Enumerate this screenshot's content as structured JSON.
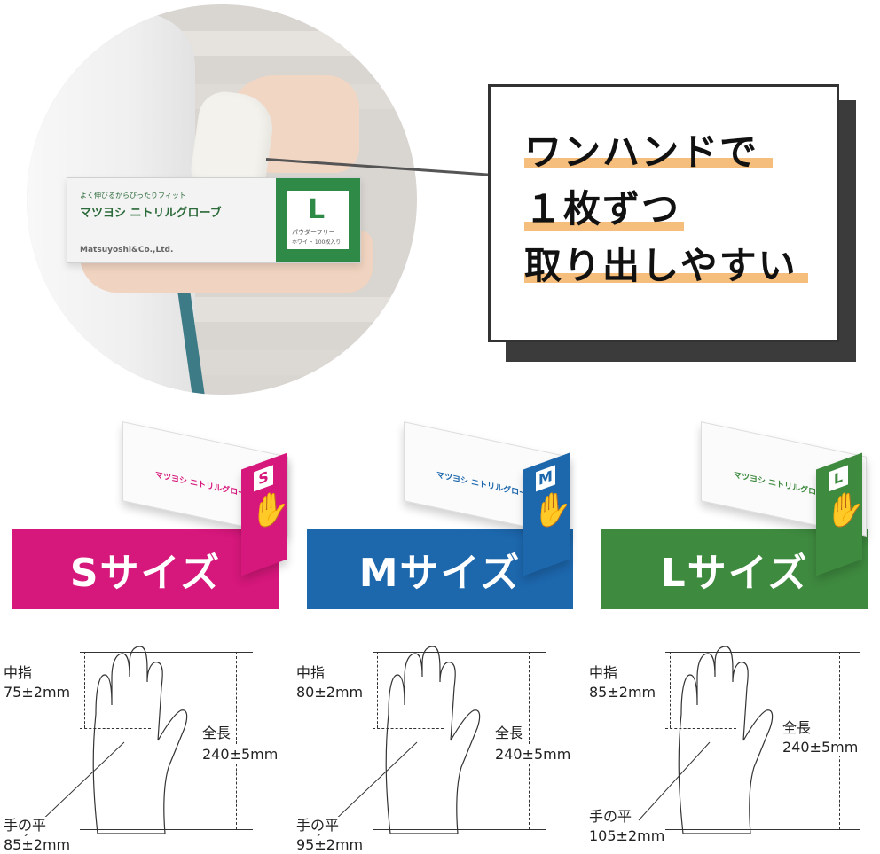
{
  "callout": {
    "line1": "ワンハンドで",
    "line2": "１枚ずつ",
    "line3": "取り出しやすい"
  },
  "hero_box": {
    "brand_small": "よく伸びるからぴったりフィット",
    "name": "マツヨシ ニトリルグローブ",
    "company": "Matsuyoshi&Co.,Ltd.",
    "size": "L",
    "powder": "パウダーフリー",
    "count": "ホワイト 100枚入り"
  },
  "products": [
    {
      "name": "マツヨシ ニトリルグローブ",
      "letter": "S",
      "color": "#d6177b",
      "banner": "Sサイズ"
    },
    {
      "name": "マツヨシ ニトリルグローブ",
      "letter": "M",
      "color": "#1d67ad",
      "banner": "Mサイズ"
    },
    {
      "name": "マツヨシ ニトリルグローブ",
      "letter": "L",
      "color": "#3e8a3f",
      "banner": "Lサイズ"
    }
  ],
  "measurements": [
    {
      "middle_label": "中指",
      "middle_value": "75±2mm",
      "total_label": "全長",
      "total_value": "240±5mm",
      "palm_label": "手の平",
      "palm_value": "85±2mm"
    },
    {
      "middle_label": "中指",
      "middle_value": "80±2mm",
      "total_label": "全長",
      "total_value": "240±5mm",
      "palm_label": "手の平",
      "palm_value": "95±2mm"
    },
    {
      "middle_label": "中指",
      "middle_value": "85±2mm",
      "total_label": "全長",
      "total_value": "240±5mm",
      "palm_label": "手の平",
      "palm_value": "105±2mm"
    }
  ],
  "colors": {
    "s": "#d6177b",
    "m": "#1d67ad",
    "l": "#3e8a3f",
    "highlight": "#f6be7d",
    "callout_shadow": "#3b3b3b"
  }
}
